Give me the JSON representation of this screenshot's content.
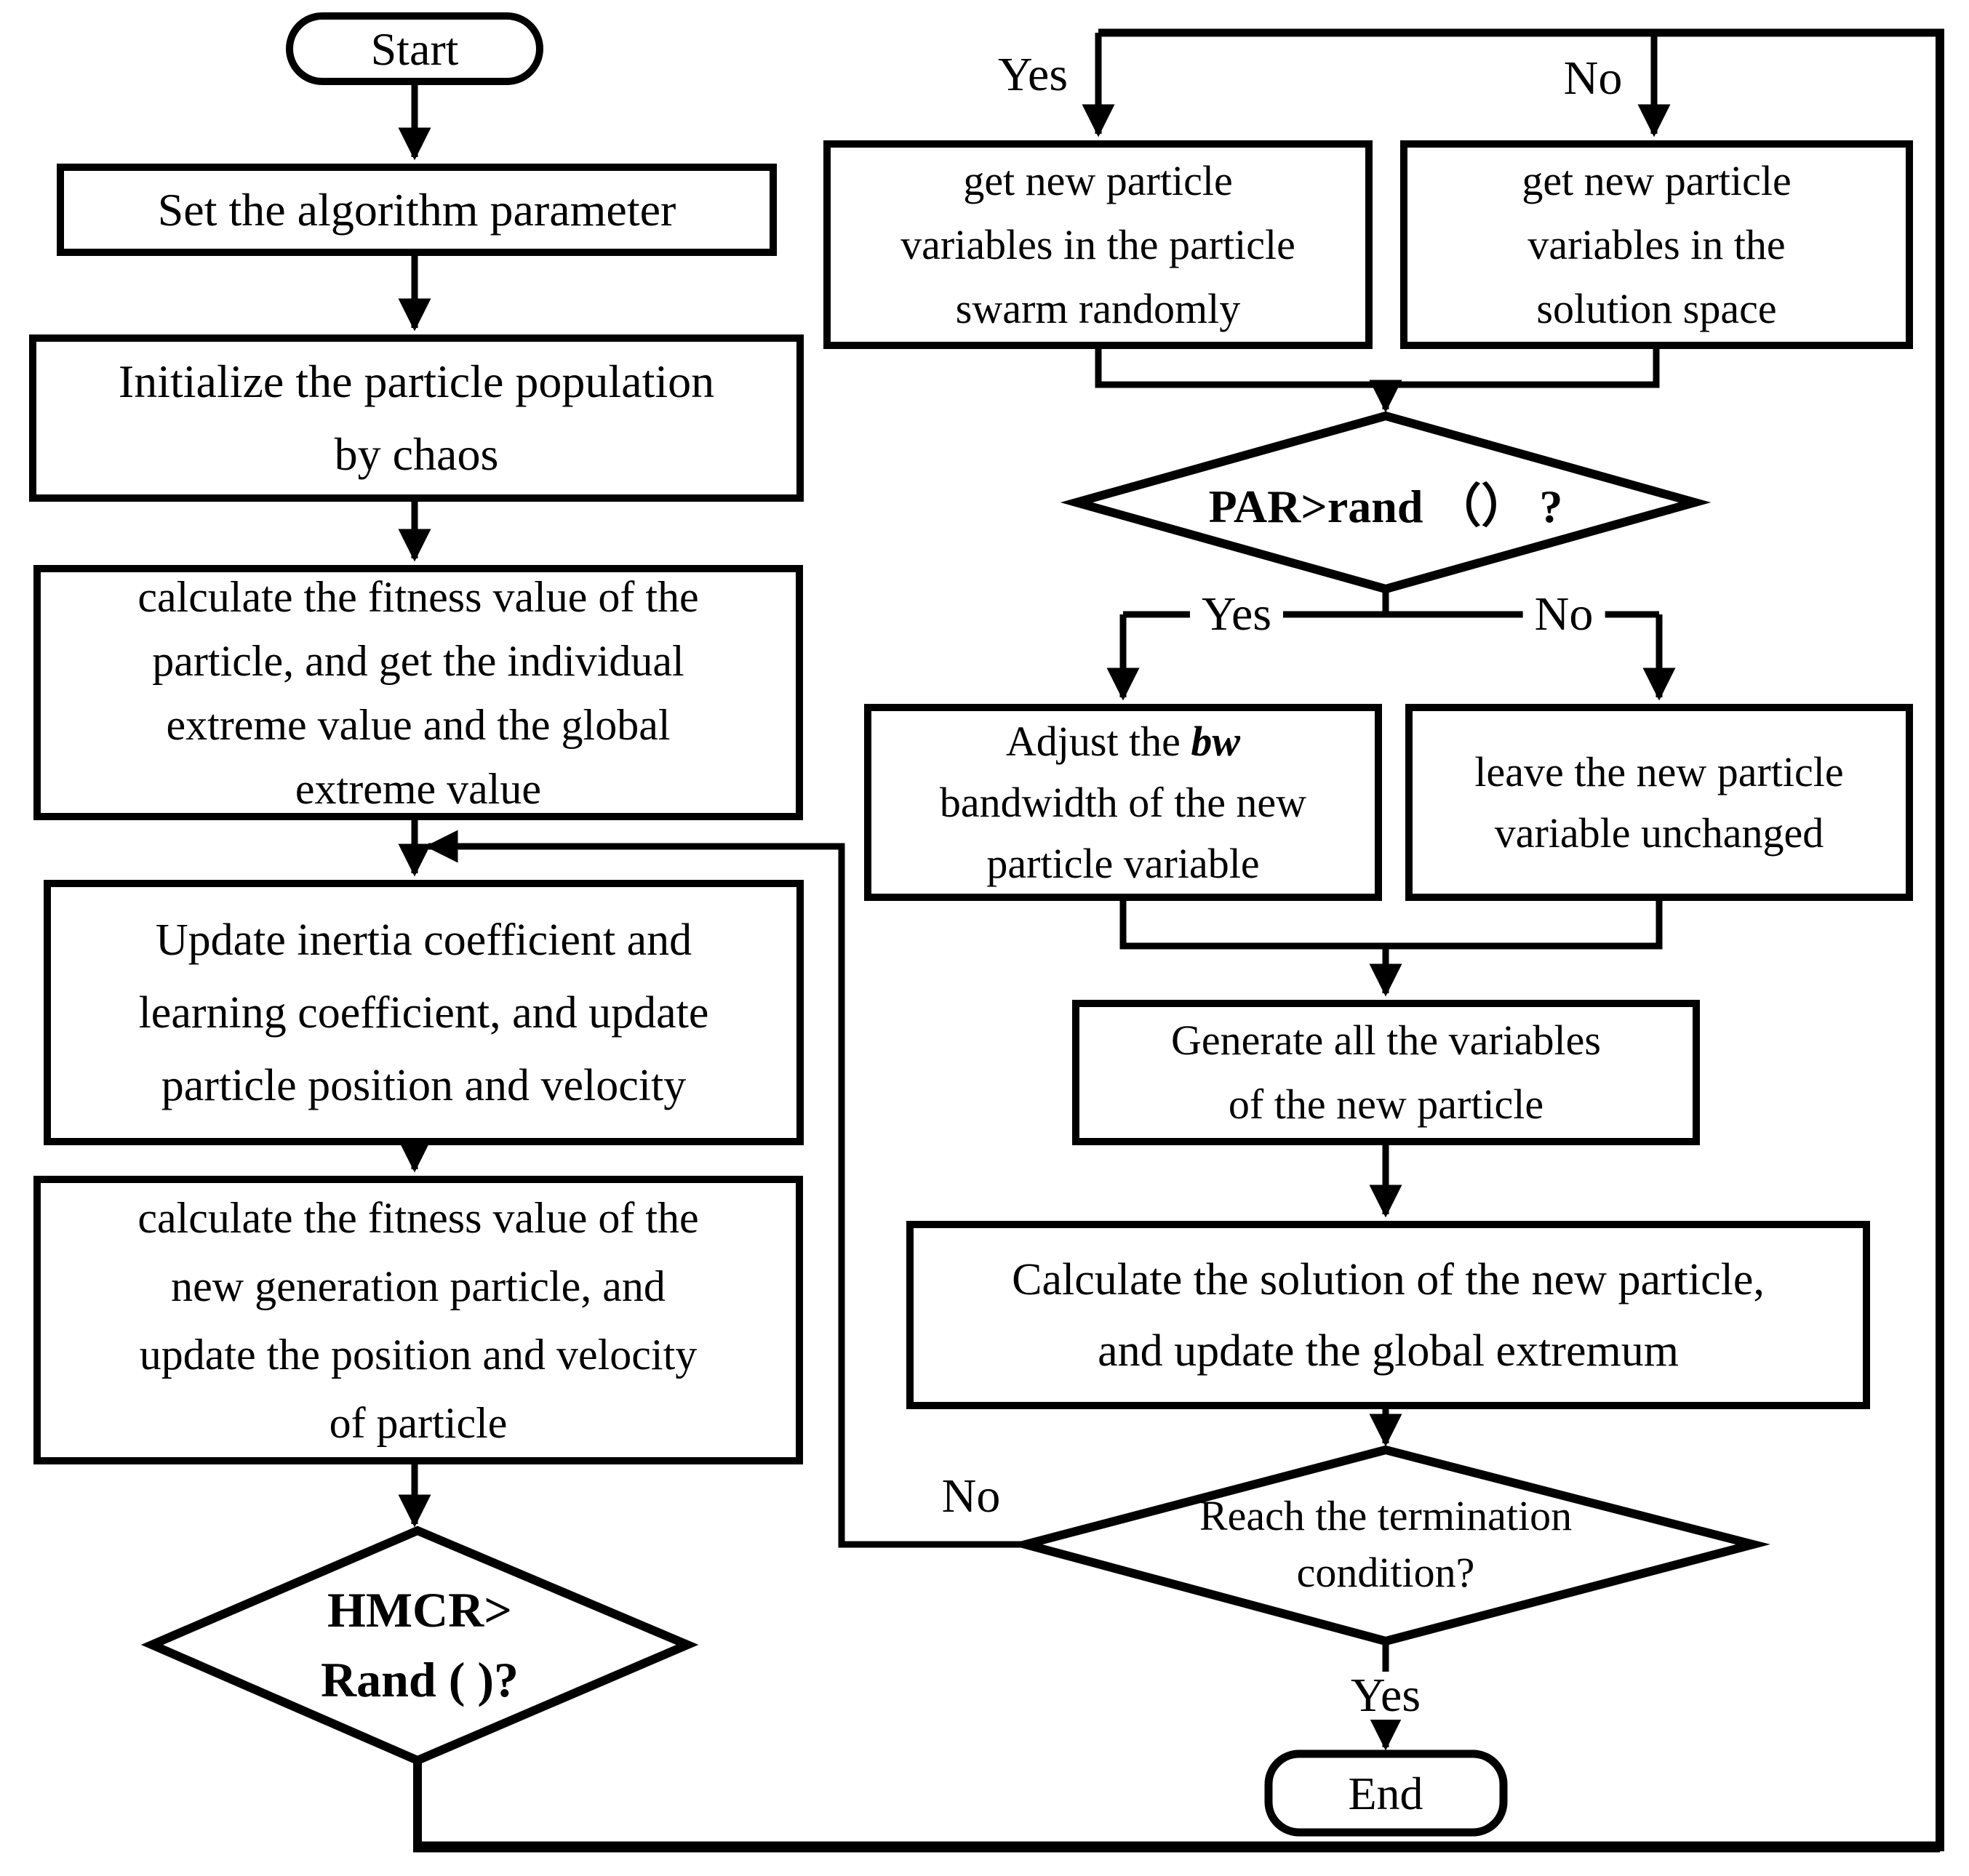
{
  "diagram": {
    "type": "flowchart",
    "colors": {
      "stroke": "#000000",
      "background": "#ffffff",
      "text": "#000000"
    },
    "nodes": {
      "start": {
        "label": "Start"
      },
      "set_params": {
        "lines": [
          "Set the algorithm parameter"
        ]
      },
      "init_population": {
        "lines": [
          "Initialize the particle population",
          "by chaos"
        ]
      },
      "calc_fitness": {
        "lines": [
          "calculate the fitness value of the",
          "particle, and get the individual",
          "extreme value and the global",
          "extreme value"
        ]
      },
      "update_coefficients": {
        "lines": [
          "Update inertia coefficient and",
          "learning coefficient, and update",
          "particle position and velocity"
        ]
      },
      "calc_fitness_new": {
        "lines": [
          "calculate the fitness value of the",
          "new generation particle, and",
          "update the position and velocity",
          "of particle"
        ]
      },
      "hmcr_decision": {
        "lines": [
          "HMCR>",
          "Rand ( )?"
        ]
      },
      "get_swarm": {
        "lines": [
          "get new particle",
          "variables in the particle",
          "swarm randomly"
        ]
      },
      "get_solution_space": {
        "lines": [
          "get new particle",
          "variables in the",
          "solution space"
        ]
      },
      "par_decision": {
        "label": "PAR>rand （） ?"
      },
      "adjust_bw": {
        "l1a": "Adjust the ",
        "l1b": "bw",
        "l2": "bandwidth of the new",
        "l3": "particle variable"
      },
      "leave_unchanged": {
        "lines": [
          "leave the new particle",
          "variable unchanged"
        ]
      },
      "generate_vars": {
        "lines": [
          "Generate all the variables",
          "of the new particle"
        ]
      },
      "calc_solution": {
        "lines": [
          "Calculate the solution of the new particle,",
          "and update the global extremum"
        ]
      },
      "termination_decision": {
        "lines": [
          "Reach the termination",
          "condition?"
        ]
      },
      "end": {
        "label": "End"
      }
    },
    "edge_labels": {
      "hmcr_yes": "Yes",
      "hmcr_no": "No",
      "par_yes": "Yes",
      "par_no": "No",
      "termination_no": "No",
      "termination_yes": "Yes"
    }
  }
}
